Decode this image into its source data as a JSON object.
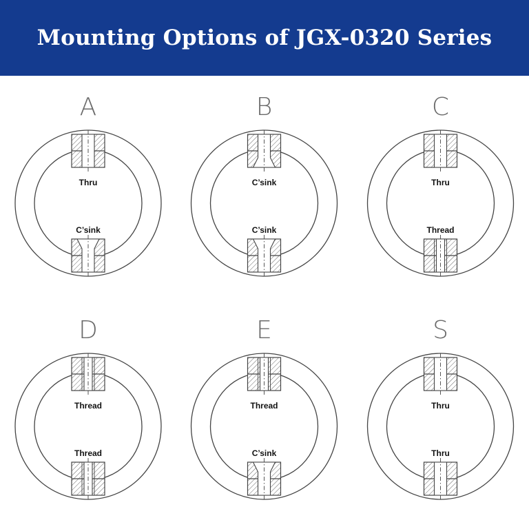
{
  "header": {
    "title": "Mounting Options of JGX-0320 Series"
  },
  "colors": {
    "header_bg": "#143b8f",
    "header_text": "#ffffff",
    "line": "#444444"
  },
  "options": [
    {
      "letter": "A",
      "top_label": "Thru",
      "top_type": "thru",
      "bottom_label": "C’sink",
      "bottom_type": "csink"
    },
    {
      "letter": "B",
      "top_label": "C’sink",
      "top_type": "csink",
      "bottom_label": "C’sink",
      "bottom_type": "csink"
    },
    {
      "letter": "C",
      "top_label": "Thru",
      "top_type": "thru",
      "bottom_label": "Thread",
      "bottom_type": "thread"
    },
    {
      "letter": "D",
      "top_label": "Thread",
      "top_type": "thread",
      "bottom_label": "Thread",
      "bottom_type": "thread"
    },
    {
      "letter": "E",
      "top_label": "Thread",
      "top_type": "thread",
      "bottom_label": "C’sink",
      "bottom_type": "csink"
    },
    {
      "letter": "S",
      "top_label": "Thru",
      "top_type": "thru",
      "bottom_label": "Thru",
      "bottom_type": "thru"
    }
  ]
}
